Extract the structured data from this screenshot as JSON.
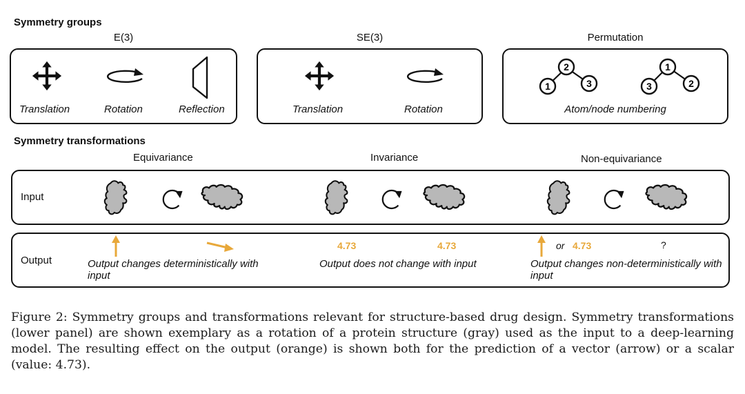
{
  "symmetry_groups": {
    "title": "Symmetry groups",
    "groups": [
      {
        "title": "E(3)",
        "items": [
          "Translation",
          "Rotation",
          "Reflection"
        ]
      },
      {
        "title": "SE(3)",
        "items": [
          "Translation",
          "Rotation"
        ]
      },
      {
        "title": "Permutation",
        "caption": "Atom/node numbering",
        "graphs": [
          [
            "1",
            "2",
            "3"
          ],
          [
            "3",
            "1",
            "2"
          ]
        ]
      }
    ]
  },
  "symmetry_transformations": {
    "title": "Symmetry transformations",
    "columns": [
      "Equivariance",
      "Invariance",
      "Non-equivariance"
    ],
    "row_labels": [
      "Input",
      "Output"
    ],
    "outputs": {
      "equivariance": "Output changes deterministically with input",
      "invariance": "Output does not change with input",
      "non_equivariance": "Output changes non-deterministically with input"
    },
    "scalar_value": "4.73",
    "or_text": "or",
    "question": "?"
  },
  "colors": {
    "output": "#e8a83a",
    "protein": "#b8b8b8",
    "stroke": "#111111"
  },
  "figure_caption": "Figure 2: Symmetry groups and transformations relevant for structure-based drug design. Symmetry transformations (lower panel) are shown exemplary as a rotation of a protein structure (gray) used as the input to a deep-learning model. The resulting effect on the output (orange) is shown both for the prediction of a vector (arrow) or a scalar (value: 4.73)."
}
